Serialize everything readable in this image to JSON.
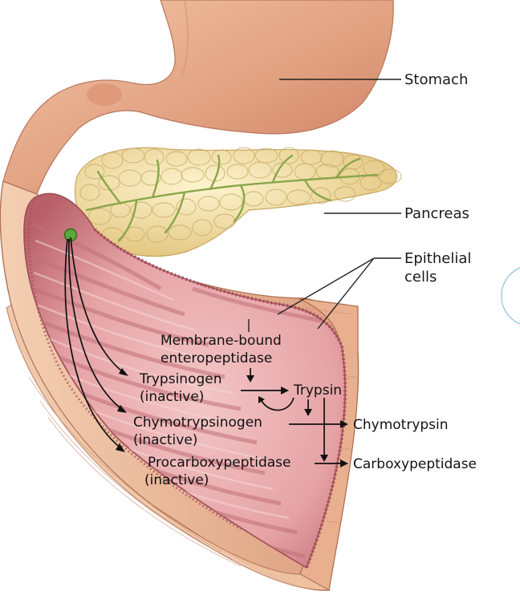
{
  "labels": {
    "stomach": "Stomach",
    "pancreas": "Pancreas",
    "epithelial_line1": "Epithelial",
    "epithelial_line2": "cells"
  },
  "pathway": {
    "enteropeptidase_line1": "Membrane-bound",
    "enteropeptidase_line2": "enteropeptidase",
    "trypsinogen": "Trypsinogen",
    "trypsinogen_state": "(inactive)",
    "trypsin": "Trypsin",
    "chymotrypsinogen": "Chymotrypsinogen",
    "chymotrypsinogen_state": "(inactive)",
    "chymotrypsin": "Chymotrypsin",
    "procarboxypeptidase": "Procarboxypeptidase",
    "procarboxypeptidase_state": "(inactive)",
    "carboxypeptidase": "Carboxypeptidase"
  },
  "colors": {
    "stomach": "#e2a685",
    "pancreas": "#f0dea0",
    "pancreas_duct": "#8aa64a",
    "intestine_interior": "#d9858d",
    "intestine_wall": "#eebd9d",
    "duct_opening": "#5aa83a"
  }
}
